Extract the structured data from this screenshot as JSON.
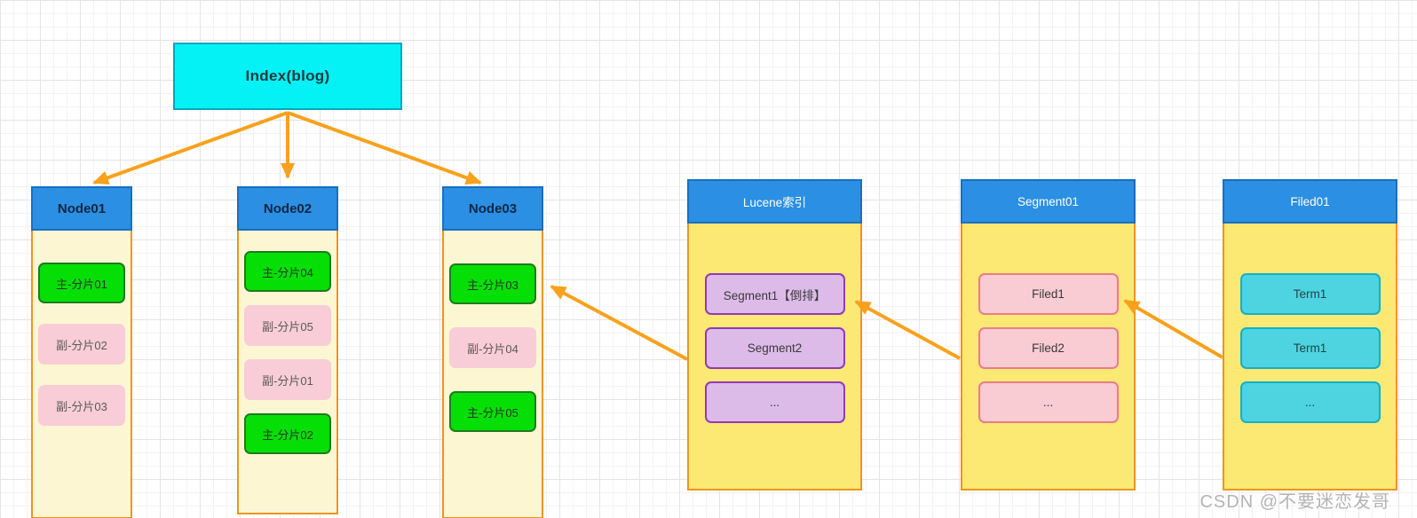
{
  "index_box": {
    "label": "Index(blog)"
  },
  "nodes": [
    {
      "title": "Node01",
      "shards": [
        {
          "label": "主-分片01",
          "type": "primary"
        },
        {
          "label": "副-分片02",
          "type": "replica"
        },
        {
          "label": "副-分片03",
          "type": "replica"
        }
      ]
    },
    {
      "title": "Node02",
      "shards": [
        {
          "label": "主-分片04",
          "type": "primary"
        },
        {
          "label": "副-分片05",
          "type": "replica"
        },
        {
          "label": "副-分片01",
          "type": "replica"
        },
        {
          "label": "主-分片02",
          "type": "primary"
        }
      ]
    },
    {
      "title": "Node03",
      "shards": [
        {
          "label": "主-分片03",
          "type": "primary"
        },
        {
          "label": "副-分片04",
          "type": "replica"
        },
        {
          "label": "主-分片05",
          "type": "primary"
        }
      ]
    }
  ],
  "detail_boxes": [
    {
      "title": "Lucene索引",
      "items": [
        "Segment1【倒排】",
        "Segment2",
        "..."
      ]
    },
    {
      "title": "Segment01",
      "items": [
        "Filed1",
        "Filed2",
        "..."
      ]
    },
    {
      "title": "Filed01",
      "items": [
        "Term1",
        "Term1",
        "..."
      ]
    }
  ],
  "watermark": "CSDN @不要迷恋发哥",
  "colors": {
    "header_blue": "#2b8fe3",
    "node_body_cream": "#fdf6d3",
    "detail_body_yellow": "#fbe974",
    "border_orange": "#f0941f",
    "arrow_orange": "#f9a11c",
    "primary_shard_green": "#06df06",
    "replica_shard_pink": "#f8cdd7",
    "segment_purple": "#dcbbe9",
    "field_pink": "#f9cbd2",
    "term_cyan": "#4ed4e1",
    "index_cyan": "#04f2f6"
  }
}
